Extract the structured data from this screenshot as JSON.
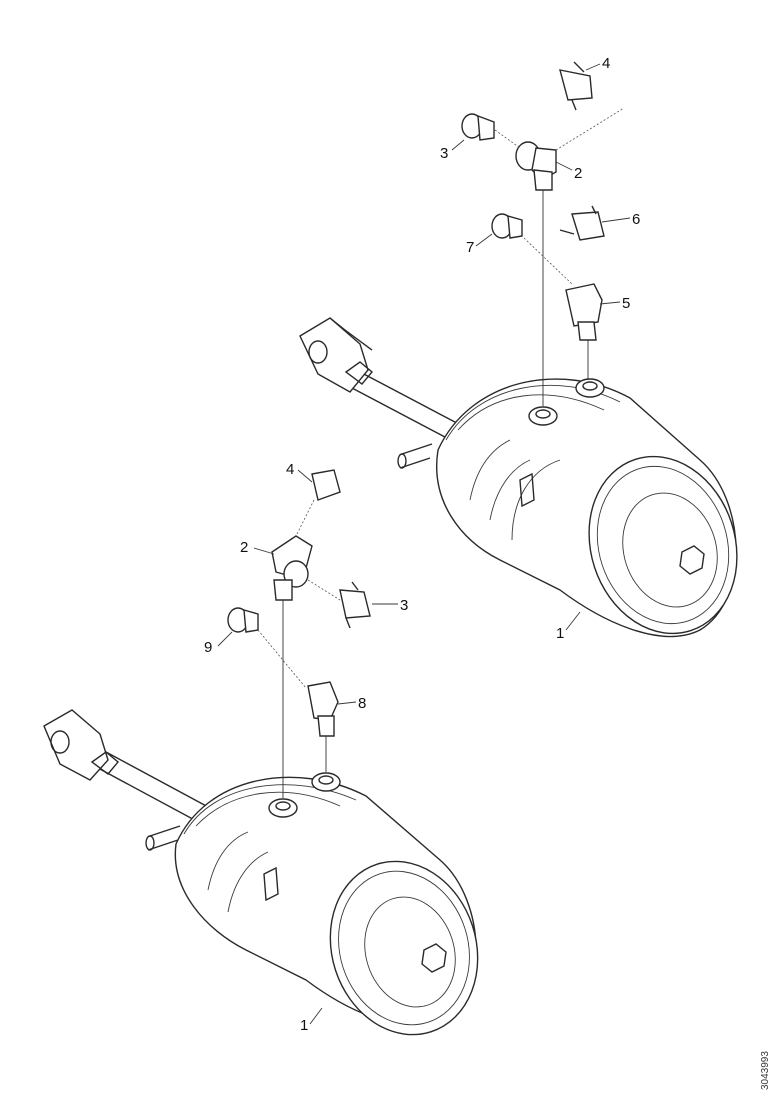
{
  "figure_reference": "3043993",
  "upper_assembly": {
    "callouts": [
      {
        "id": "u1",
        "label": "1"
      },
      {
        "id": "u2",
        "label": "2"
      },
      {
        "id": "u3",
        "label": "3"
      },
      {
        "id": "u4",
        "label": "4"
      },
      {
        "id": "u5",
        "label": "5"
      },
      {
        "id": "u6",
        "label": "6"
      },
      {
        "id": "u7",
        "label": "7"
      }
    ]
  },
  "lower_assembly": {
    "callouts": [
      {
        "id": "l1",
        "label": "1"
      },
      {
        "id": "l2",
        "label": "2"
      },
      {
        "id": "l3",
        "label": "3"
      },
      {
        "id": "l4",
        "label": "4"
      },
      {
        "id": "l8",
        "label": "8"
      },
      {
        "id": "l9",
        "label": "9"
      }
    ]
  }
}
